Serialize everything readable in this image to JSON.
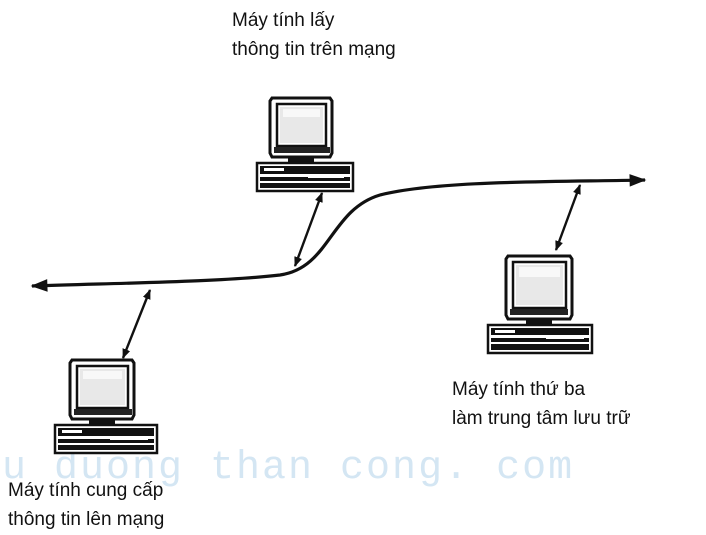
{
  "labels": {
    "top": [
      "Máy tính lấy",
      "thông tin trên mạng"
    ],
    "right": [
      "Máy tính thứ ba",
      "làm trung tâm lưu trữ"
    ],
    "bottom": [
      "Máy tính cung cấp",
      "thông tin lên mạng"
    ]
  },
  "watermark": "u duong than cong. com",
  "icons": {
    "computer": "desktop-computer-icon",
    "arrow": "double-headed-arrow-icon"
  },
  "colors": {
    "ink": "#111111",
    "watermark": "#d4e6f3",
    "background": "#ffffff"
  }
}
